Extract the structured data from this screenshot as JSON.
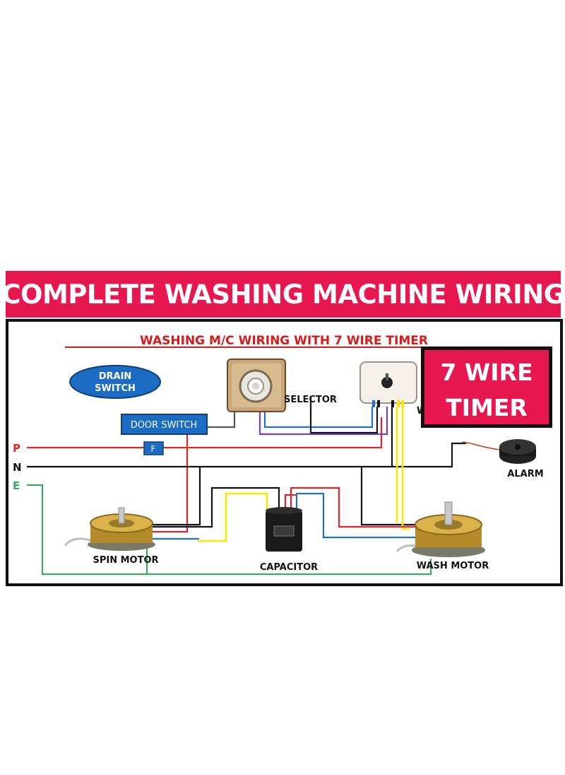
{
  "banner": {
    "title": "COMPLETE WASHING MACHINE WIRING"
  },
  "diagram": {
    "subtitle": "WASHING M/C WIRING WITH 7 WIRE TIMER",
    "badge": {
      "line1": "7 WIRE",
      "line2": "TIMER"
    },
    "drain_switch": {
      "line1": "DRAIN",
      "line2": "SWITCH"
    },
    "door_switch": "DOOR SWITCH",
    "fuse": "F",
    "terminals": {
      "p": "P",
      "n": "N",
      "e": "E"
    },
    "selector": "SELECTOR",
    "timer_partial": "W",
    "alarm": "ALARM",
    "spin_motor": "SPIN MOTOR",
    "capacitor": "CAPACITOR",
    "wash_motor": "WASH MOTOR"
  },
  "colors": {
    "banner": "#e8174f",
    "title_red": "#d91a1a",
    "live": "#e0262b",
    "neutral": "#111111",
    "earth": "#3aa860",
    "yellow": "#ffe600",
    "blue": "#1e6fd0",
    "purple": "#7a3fc0",
    "switch_blue": "#1c6bc4"
  }
}
